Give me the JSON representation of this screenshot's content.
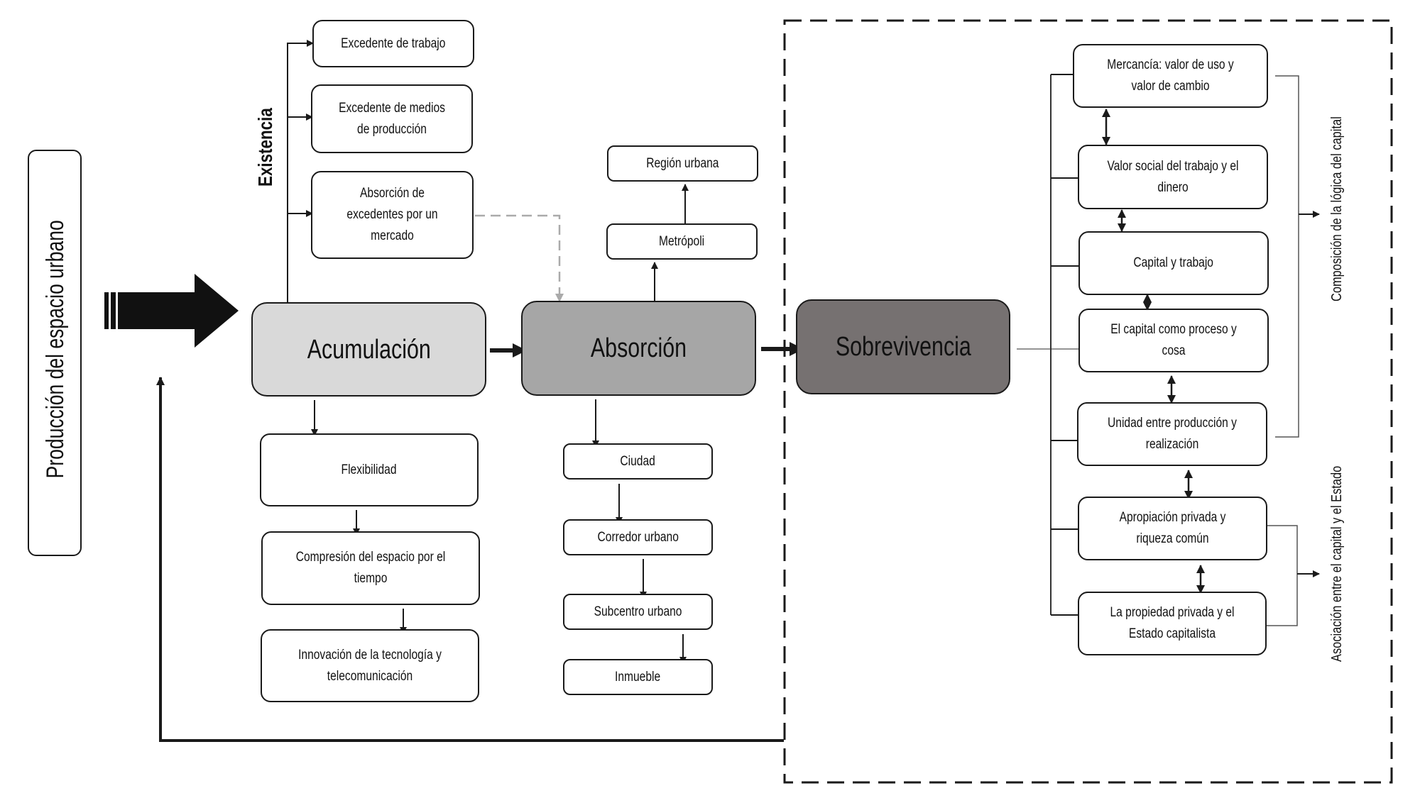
{
  "title": "Producción del espacio urbano",
  "existencia_label": "Existencia",
  "stages": {
    "acumulacion": "Acumulación",
    "absorcion": "Absorción",
    "sobrevivencia": "Sobrevivencia"
  },
  "existencia_items": [
    "Excedente de trabajo",
    "Excedente de medios de producción",
    "Absorción de excedentes por un mercado"
  ],
  "acumulacion_items": [
    "Flexibilidad",
    "Compresión del espacio por el tiempo",
    "Innovación de la tecnología y telecomunicación"
  ],
  "absorcion_up_items": [
    "Metrópoli",
    "Región urbana"
  ],
  "absorcion_down_items": [
    "Ciudad",
    "Corredor urbano",
    "Subcentro urbano",
    "Inmueble"
  ],
  "sobrevivencia_items": [
    "Mercancía: valor de uso y valor de cambio",
    "Valor social del trabajo y el dinero",
    "Capital y trabajo",
    "El capital como proceso y cosa",
    "Unidad entre producción y realización",
    "Apropiación privada y riqueza común",
    "La propiedad privada y el Estado capitalista"
  ],
  "group_labels": {
    "logica_capital": "Composición de la lógica del capital",
    "capital_estado": "Asociación entre el capital y el Estado"
  },
  "colors": {
    "acumulacion_fill": "#d9d9d9",
    "absorcion_fill": "#a6a6a6",
    "sobrevivencia_fill": "#767171",
    "dashed_link": "#aaaaaa",
    "stroke": "#1a1a1a"
  }
}
